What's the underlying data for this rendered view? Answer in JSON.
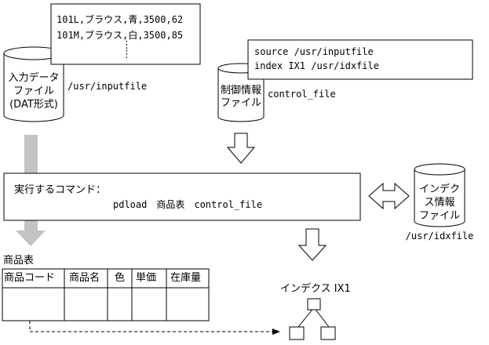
{
  "input_data": {
    "records": [
      "101L,ブラウス,青,3500,62",
      "101M,ブラウス,白,3500,85"
    ],
    "ellipsis": "⋮"
  },
  "input_file": {
    "label_lines": [
      "入力データ",
      "ファイル",
      "(DAT形式)"
    ],
    "path": "/usr/inputfile"
  },
  "control_content": {
    "lines": [
      "source /usr/inputfile",
      "index IX1 /usr/idxfile"
    ]
  },
  "control_file": {
    "label_lines": [
      "制御情報",
      "ファイル"
    ],
    "name": "control_file"
  },
  "command": {
    "heading": "実行するコマンド：",
    "line": "pdload　商品表　control_file"
  },
  "index_file": {
    "label_lines": [
      "インデク",
      "ス情報",
      "ファイル"
    ],
    "path": "/usr/idxfile"
  },
  "table": {
    "name": "商品表",
    "columns": [
      "商品コード",
      "商品名",
      "色",
      "単価",
      "在庫量"
    ]
  },
  "index": {
    "name": "インデクス IX1"
  }
}
